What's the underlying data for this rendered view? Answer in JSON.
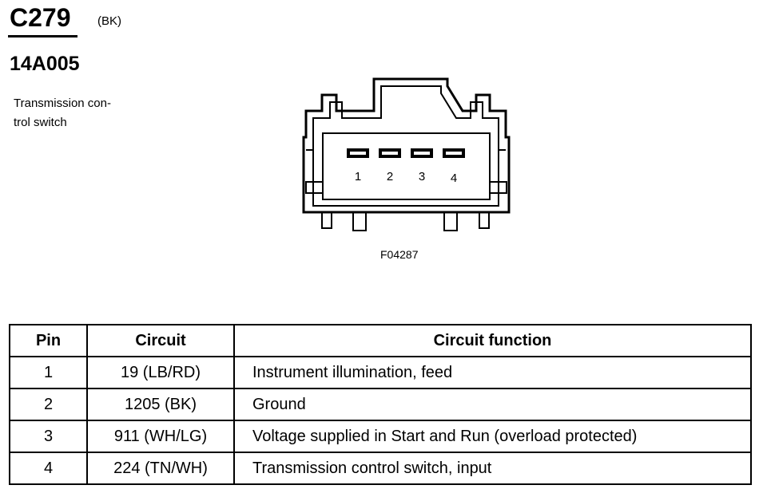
{
  "header": {
    "connector_id": "C279",
    "connector_color": "(BK)",
    "part_number": "14A005",
    "description": "Transmission con-\ntrol switch"
  },
  "diagram": {
    "pins": [
      "1",
      "2",
      "3",
      "4"
    ],
    "figure_code": "F04287"
  },
  "table": {
    "headers": [
      "Pin",
      "Circuit",
      "Circuit function"
    ],
    "rows": [
      {
        "pin": "1",
        "circuit": "19 (LB/RD)",
        "function": "Instrument illumination, feed"
      },
      {
        "pin": "2",
        "circuit": "1205 (BK)",
        "function": "Ground"
      },
      {
        "pin": "3",
        "circuit": "911 (WH/LG)",
        "function": "Voltage supplied in Start and Run (overload protected)"
      },
      {
        "pin": "4",
        "circuit": "224 (TN/WH)",
        "function": "Transmission control switch, input"
      }
    ]
  }
}
